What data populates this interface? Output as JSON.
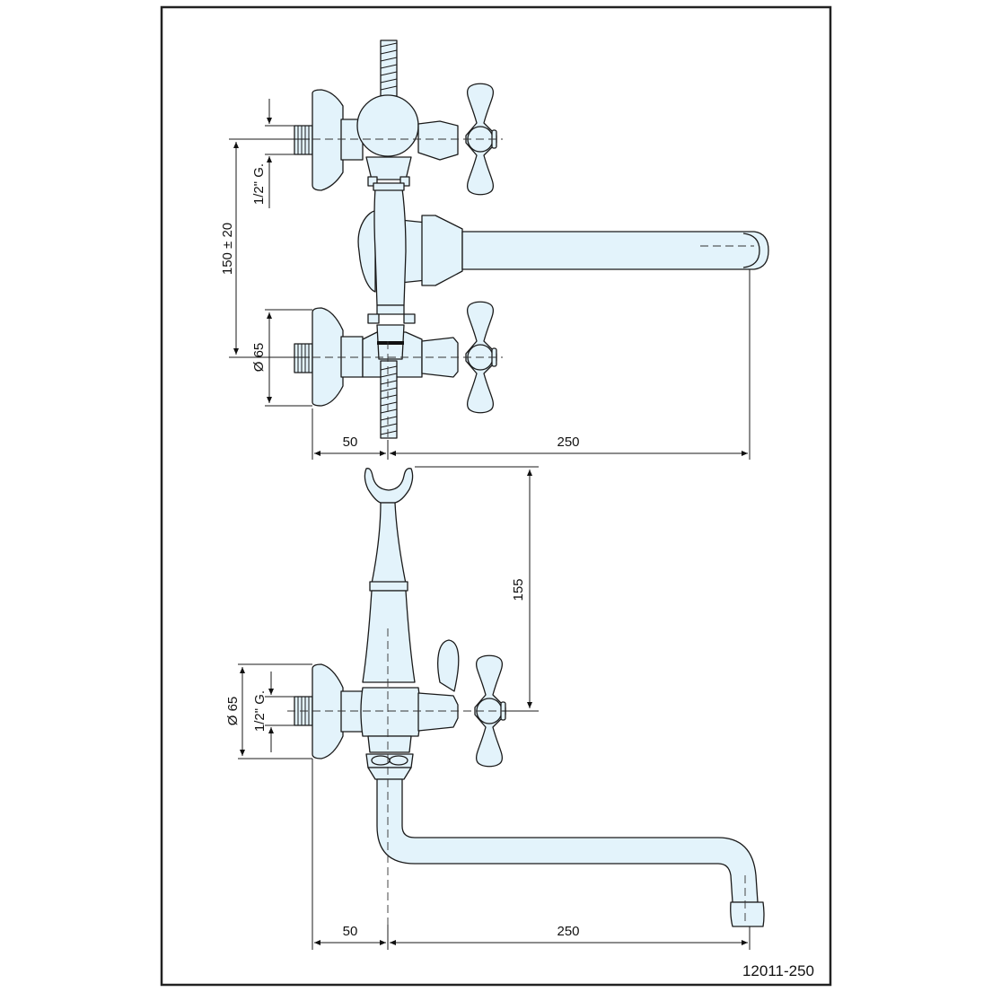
{
  "drawing": {
    "product_code": "12011-250",
    "top_view": {
      "dim_offset": "50",
      "dim_spout_reach": "250",
      "dim_center_distance": "150 ± 20",
      "dim_flange_diameter": "Ø 65",
      "dim_thread": "1/2\" G."
    },
    "side_view": {
      "dim_offset": "50",
      "dim_spout_reach": "250",
      "dim_holder_height": "155",
      "dim_flange_diameter": "Ø 65",
      "dim_thread": "1/2\" G."
    },
    "colors": {
      "part_fill": "#e3f3fb",
      "line": "#1a1a1a",
      "frame": "#222222"
    }
  }
}
